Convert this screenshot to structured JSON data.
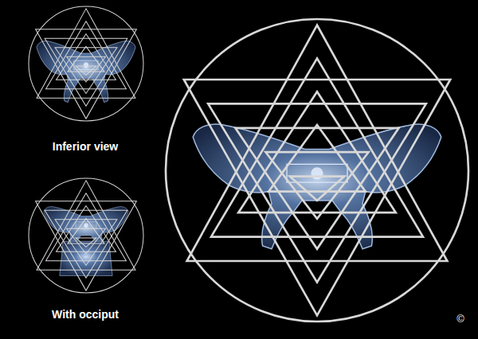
{
  "diagram": {
    "labels": [
      "Inferior view",
      "With occiput",
      "©"
    ]
  }
}
